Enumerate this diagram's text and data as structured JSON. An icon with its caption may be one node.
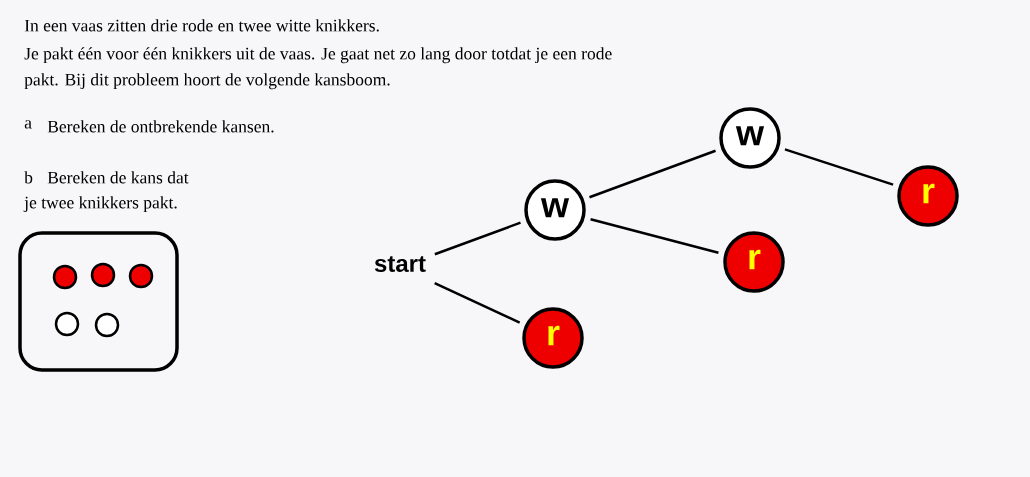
{
  "diagram": {
    "nodes": [
      {
        "text": [
          "start"
        ]
      },
      {
        "text": [
          "w"
        ]
      },
      {
        "text": [
          "r"
        ]
      },
      {
        "text": [
          "w"
        ]
      },
      {
        "text": [
          "r"
        ]
      },
      {
        "text": [
          "r"
        ]
      }
    ],
    "edges": [
      {
        "from": 0,
        "to": 1,
        "arrow": "none"
      },
      {
        "from": 0,
        "to": 2,
        "arrow": "none"
      },
      {
        "from": 1,
        "to": 3,
        "arrow": "none"
      },
      {
        "from": 1,
        "to": 4,
        "arrow": "none"
      },
      {
        "from": 3,
        "to": 5,
        "arrow": "none"
      }
    ],
    "labels": [
      "In een vaas zitten drie rode en twee witte knikkers.",
      "Je pakt één voor één knikkers uit de vaas. Je gaat net zo lang door totdat je een rode pakt. Bij dit probleem hoort de volgende kansboom.",
      "a",
      "Bereken de ontbrekende kansen.",
      "b",
      "Bereken de kans dat",
      "je twee knikkers pakt."
    ]
  }
}
